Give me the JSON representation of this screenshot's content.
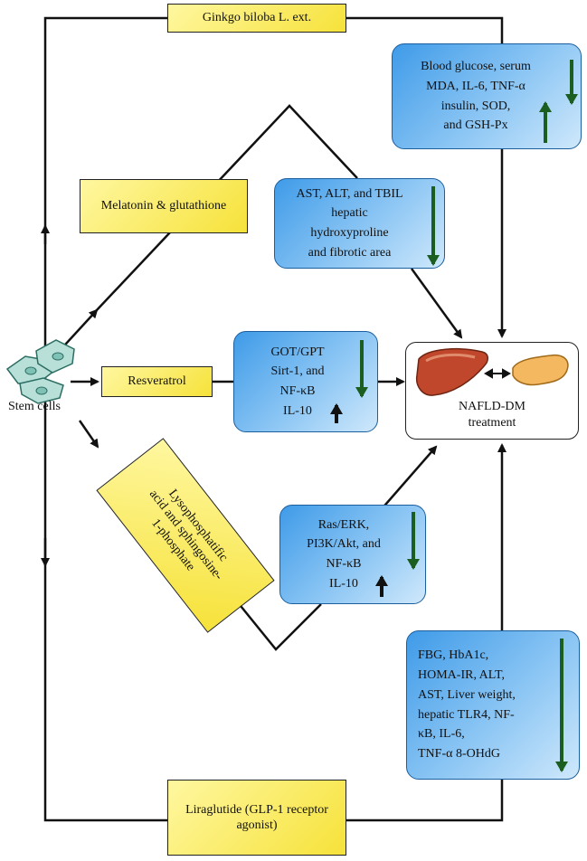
{
  "source": {
    "label": "Stem cells"
  },
  "treatments": {
    "ginkgo": "Ginkgo biloba L. ext.",
    "melatonin": "Melatonin & glutathione",
    "resveratrol": "Resveratrol",
    "lysophosphatidic": [
      "Lysophosphatific",
      "acid and sphingosine-",
      "1-phosphate"
    ],
    "liraglutide": [
      "Liraglutide (GLP-1 receptor",
      "agonist)"
    ]
  },
  "effects": {
    "ginkgo": [
      "Blood glucose, serum",
      "MDA, IL-6, TNF-α",
      "insulin, SOD,",
      "and GSH-Px"
    ],
    "melatonin": [
      "AST, ALT, and TBIL",
      "hepatic",
      "hydroxyproline",
      "and fibrotic area"
    ],
    "resveratrol": [
      "GOT/GPT",
      "Sirt-1, and",
      "NF-κB",
      "IL-10"
    ],
    "lysophosphatidic": [
      "Ras/ERK,",
      "PI3K/Akt, and",
      "NF-κB",
      "IL-10"
    ],
    "liraglutide": [
      "FBG, HbA1c,",
      "HOMA-IR, ALT,",
      "AST, Liver weight,",
      "hepatic TLR4, NF-",
      "κB, IL-6,",
      "TNF-α 8-OHdG"
    ]
  },
  "target": {
    "label": [
      "NAFLD-DM",
      "treatment"
    ]
  },
  "colors": {
    "box_yellow": "#f6e23a",
    "box_blue": "#5aaaf0",
    "arrow_down": "#1b5e20",
    "arrow_up_green": "#1b5e20",
    "arrow_up_black": "#111111"
  }
}
